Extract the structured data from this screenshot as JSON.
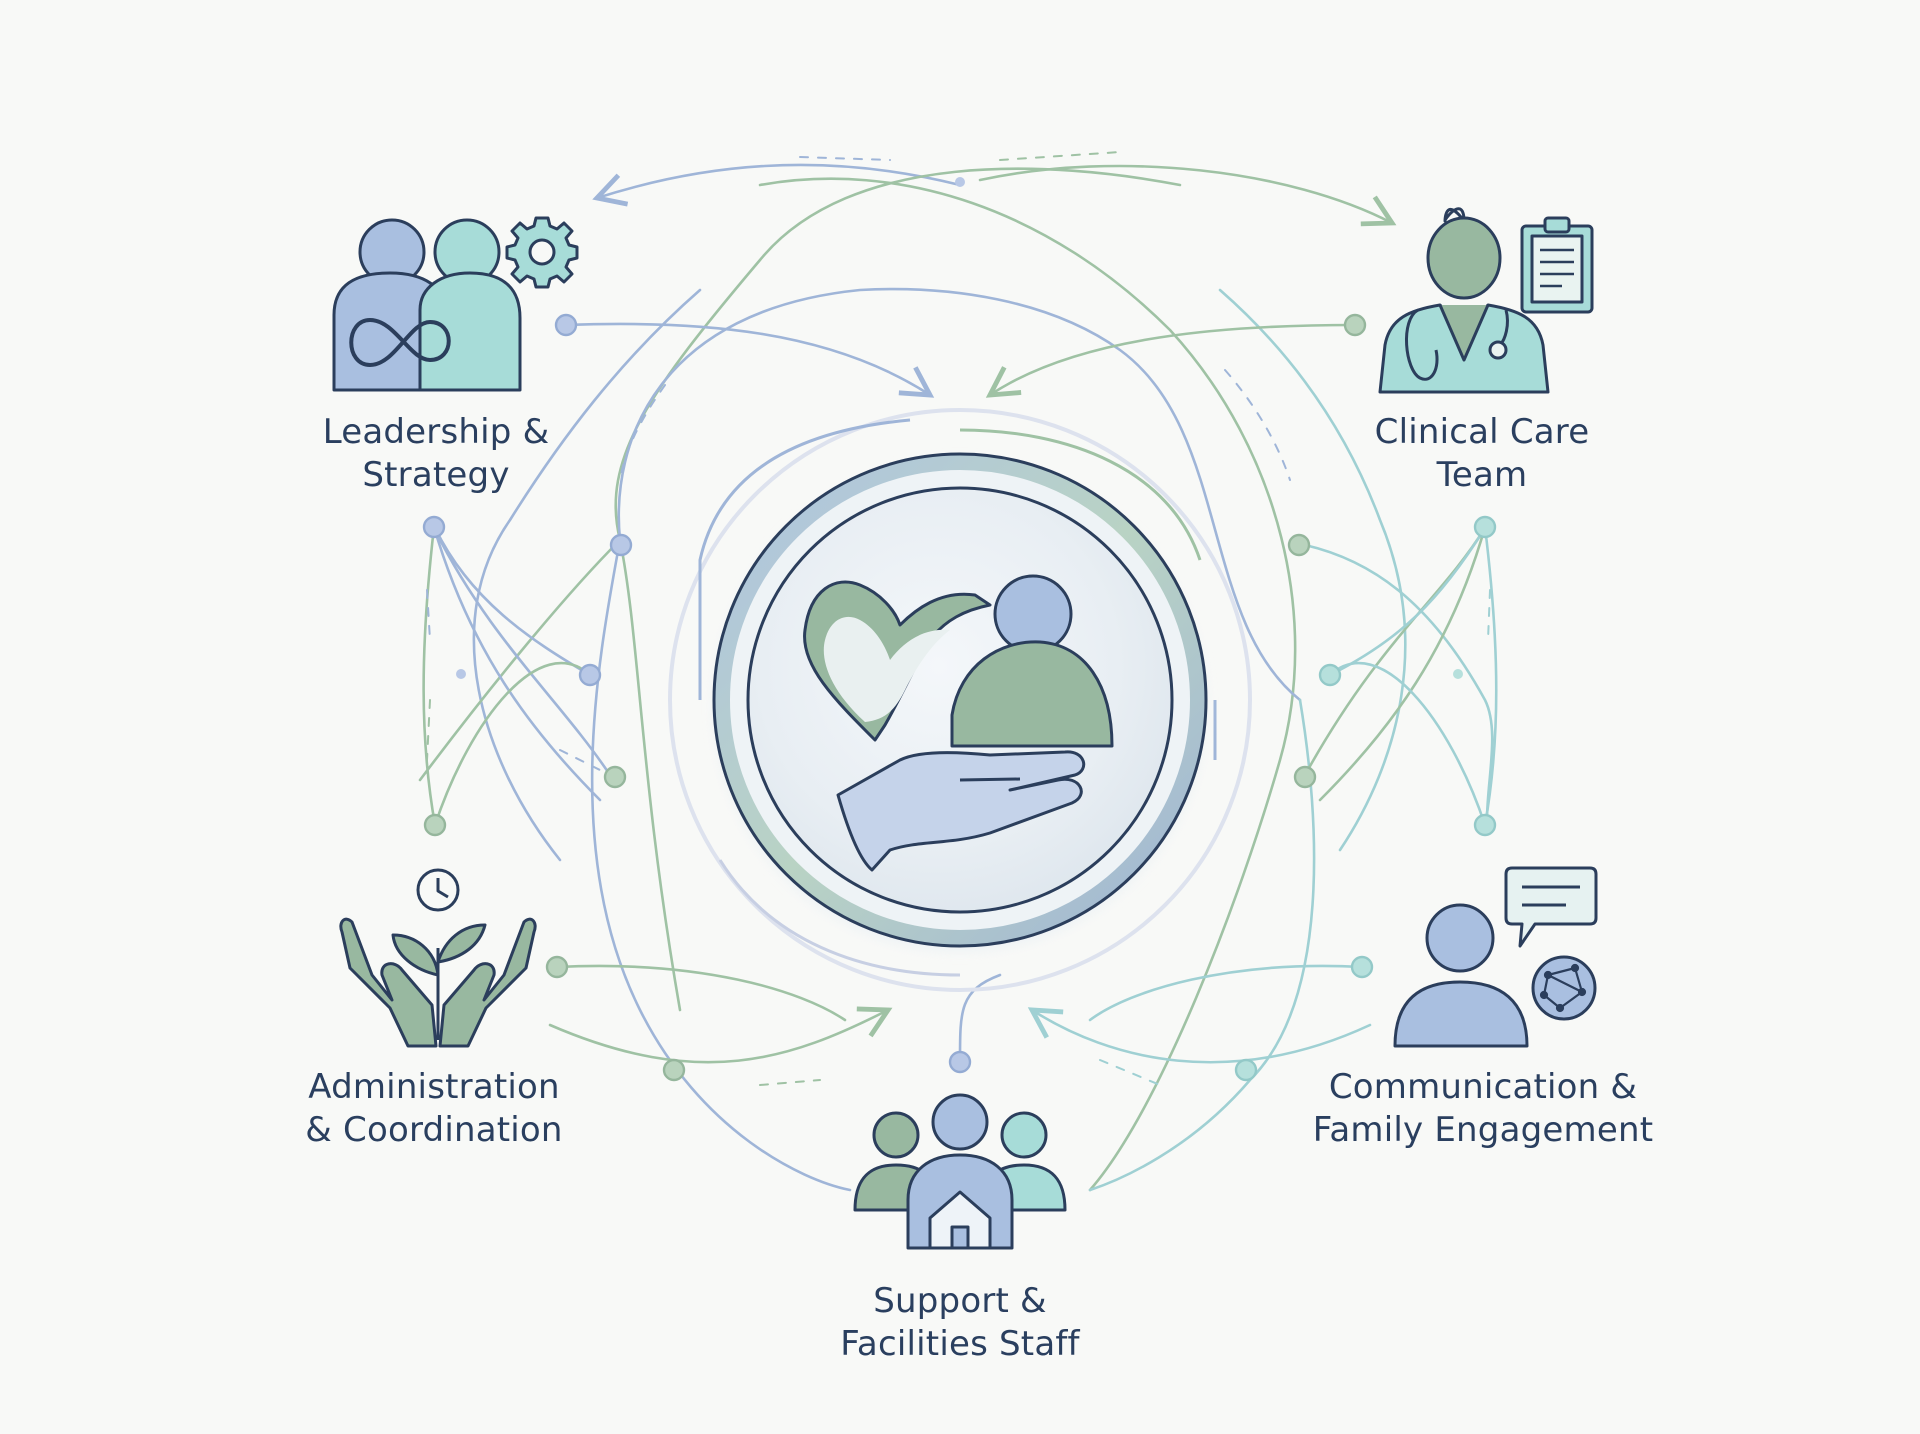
{
  "colors": {
    "background": "#f8f9f7",
    "text": "#2a3f5f",
    "outline": "#2b3e5c",
    "blue": "#a9bfe0",
    "blue_line": "#9fb5d8",
    "green": "#98b8a0",
    "green_line": "#9fc2a4",
    "teal": "#a7dcd8",
    "teal_line": "#9fd0d3"
  },
  "center": {
    "icon": "heart-hand-person-icon"
  },
  "nodes": [
    {
      "id": "leadership",
      "icon": "people-gear-icon",
      "lines": [
        "Leadership &",
        "Strategy"
      ]
    },
    {
      "id": "clinical",
      "icon": "doctor-clipboard-icon",
      "lines": [
        "Clinical Care",
        "Team"
      ]
    },
    {
      "id": "administration",
      "icon": "hands-plant-clock-icon",
      "lines": [
        "Administration",
        "& Coordination"
      ]
    },
    {
      "id": "communication",
      "icon": "person-chat-globe-icon",
      "lines": [
        "Communication &",
        "Family Engagement"
      ]
    },
    {
      "id": "support",
      "icon": "group-house-icon",
      "lines": [
        "Support &",
        "Facilities Staff"
      ]
    }
  ]
}
